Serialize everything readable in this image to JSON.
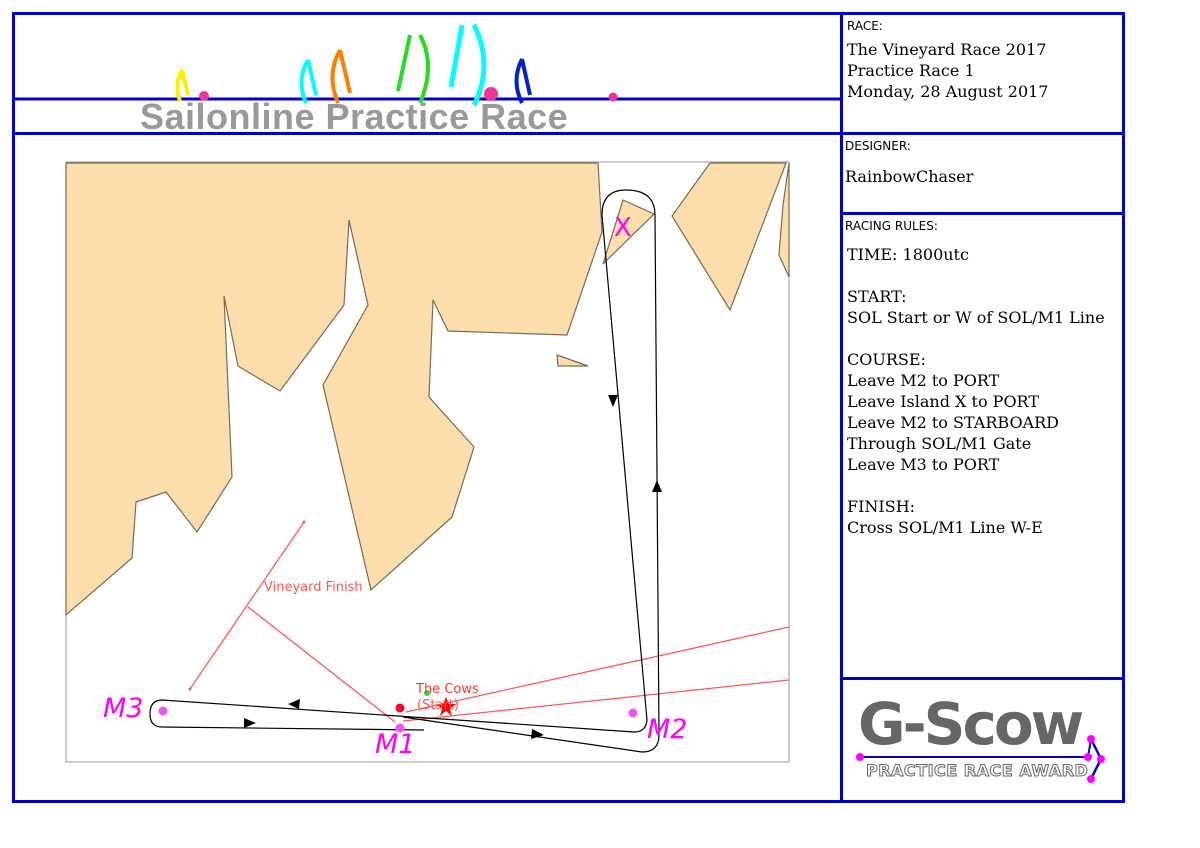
{
  "header": {
    "title": "Sailonline Practice Race"
  },
  "race": {
    "label": "RACE:",
    "lines": [
      "The Vineyard Race 2017",
      "Practice Race 1",
      "Monday, 28 August  2017"
    ]
  },
  "designer": {
    "label": "DESIGNER:",
    "name": "RainbowChaser"
  },
  "rules": {
    "label": "RACING RULES:",
    "lines": [
      "TIME: 1800utc",
      "",
      "START:",
      "SOL Start or W of SOL/M1 Line",
      "",
      "COURSE:",
      "Leave M2 to PORT",
      "Leave Island X to PORT",
      "Leave M2 to STARBOARD",
      "Through SOL/M1 Gate",
      "Leave M3 to PORT",
      "",
      "FINISH:",
      "Cross SOL/M1 Line W-E"
    ]
  },
  "map": {
    "marks": {
      "m1": "M1",
      "m2": "M2",
      "m3": "M3",
      "x": "X"
    },
    "finish_label": "Vineyard Finish",
    "start_label_1": "The Cows",
    "start_label_2": "(Start)",
    "colors": {
      "land": "#fcdeac",
      "mark": "#ff00ff",
      "line": "#ff5050"
    }
  },
  "award": {
    "title": "G-Scow",
    "subtitle": "PRACTICE RACE AWARD"
  }
}
